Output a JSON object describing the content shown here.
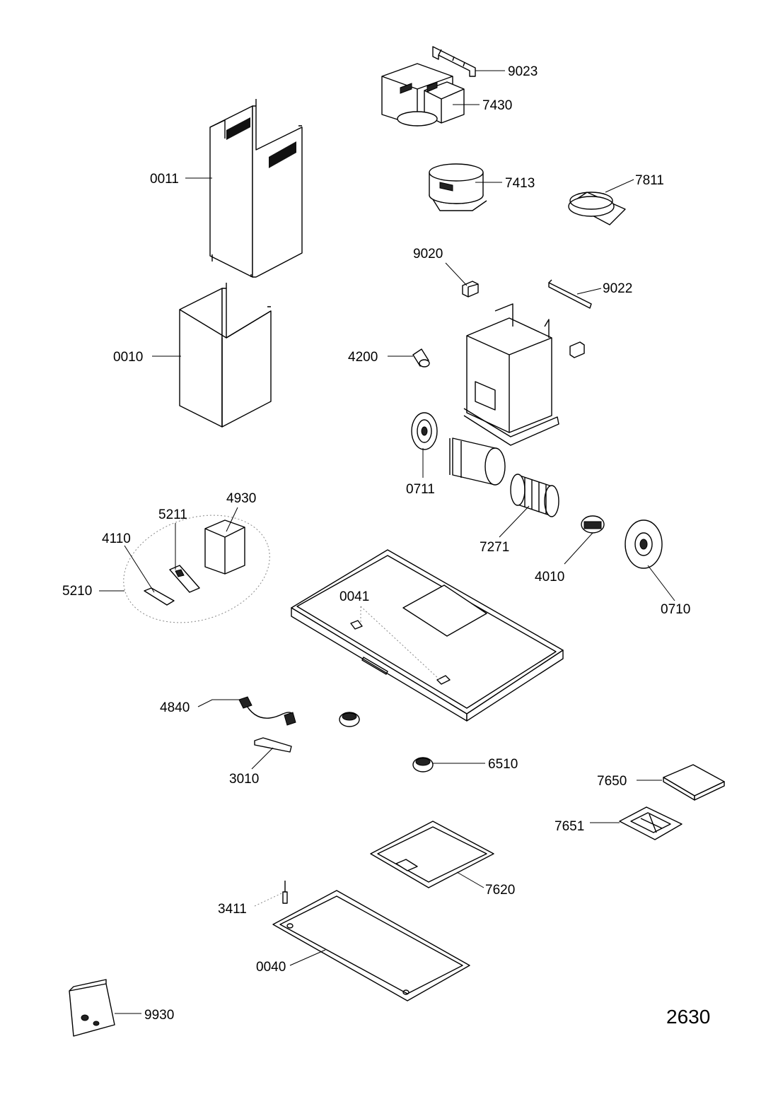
{
  "drawing_number": "2630",
  "parts": [
    {
      "id": "p9023",
      "label": "9023"
    },
    {
      "id": "p7430",
      "label": "7430"
    },
    {
      "id": "p0011",
      "label": "0011"
    },
    {
      "id": "p7413",
      "label": "7413"
    },
    {
      "id": "p7811",
      "label": "7811"
    },
    {
      "id": "p9020",
      "label": "9020"
    },
    {
      "id": "p9022",
      "label": "9022"
    },
    {
      "id": "p0010",
      "label": "0010"
    },
    {
      "id": "p4200",
      "label": "4200"
    },
    {
      "id": "p0711",
      "label": "0711"
    },
    {
      "id": "p4930",
      "label": "4930"
    },
    {
      "id": "p5211",
      "label": "5211"
    },
    {
      "id": "p4110",
      "label": "4110"
    },
    {
      "id": "p5210",
      "label": "5210"
    },
    {
      "id": "p7271",
      "label": "7271"
    },
    {
      "id": "p4010",
      "label": "4010"
    },
    {
      "id": "p0041",
      "label": "0041"
    },
    {
      "id": "p0710",
      "label": "0710"
    },
    {
      "id": "p4840",
      "label": "4840"
    },
    {
      "id": "p3010",
      "label": "3010"
    },
    {
      "id": "p6510",
      "label": "6510"
    },
    {
      "id": "p7650",
      "label": "7650"
    },
    {
      "id": "p7651",
      "label": "7651"
    },
    {
      "id": "p7620",
      "label": "7620"
    },
    {
      "id": "p3411",
      "label": "3411"
    },
    {
      "id": "p0040",
      "label": "0040"
    },
    {
      "id": "p9930",
      "label": "9930"
    }
  ]
}
